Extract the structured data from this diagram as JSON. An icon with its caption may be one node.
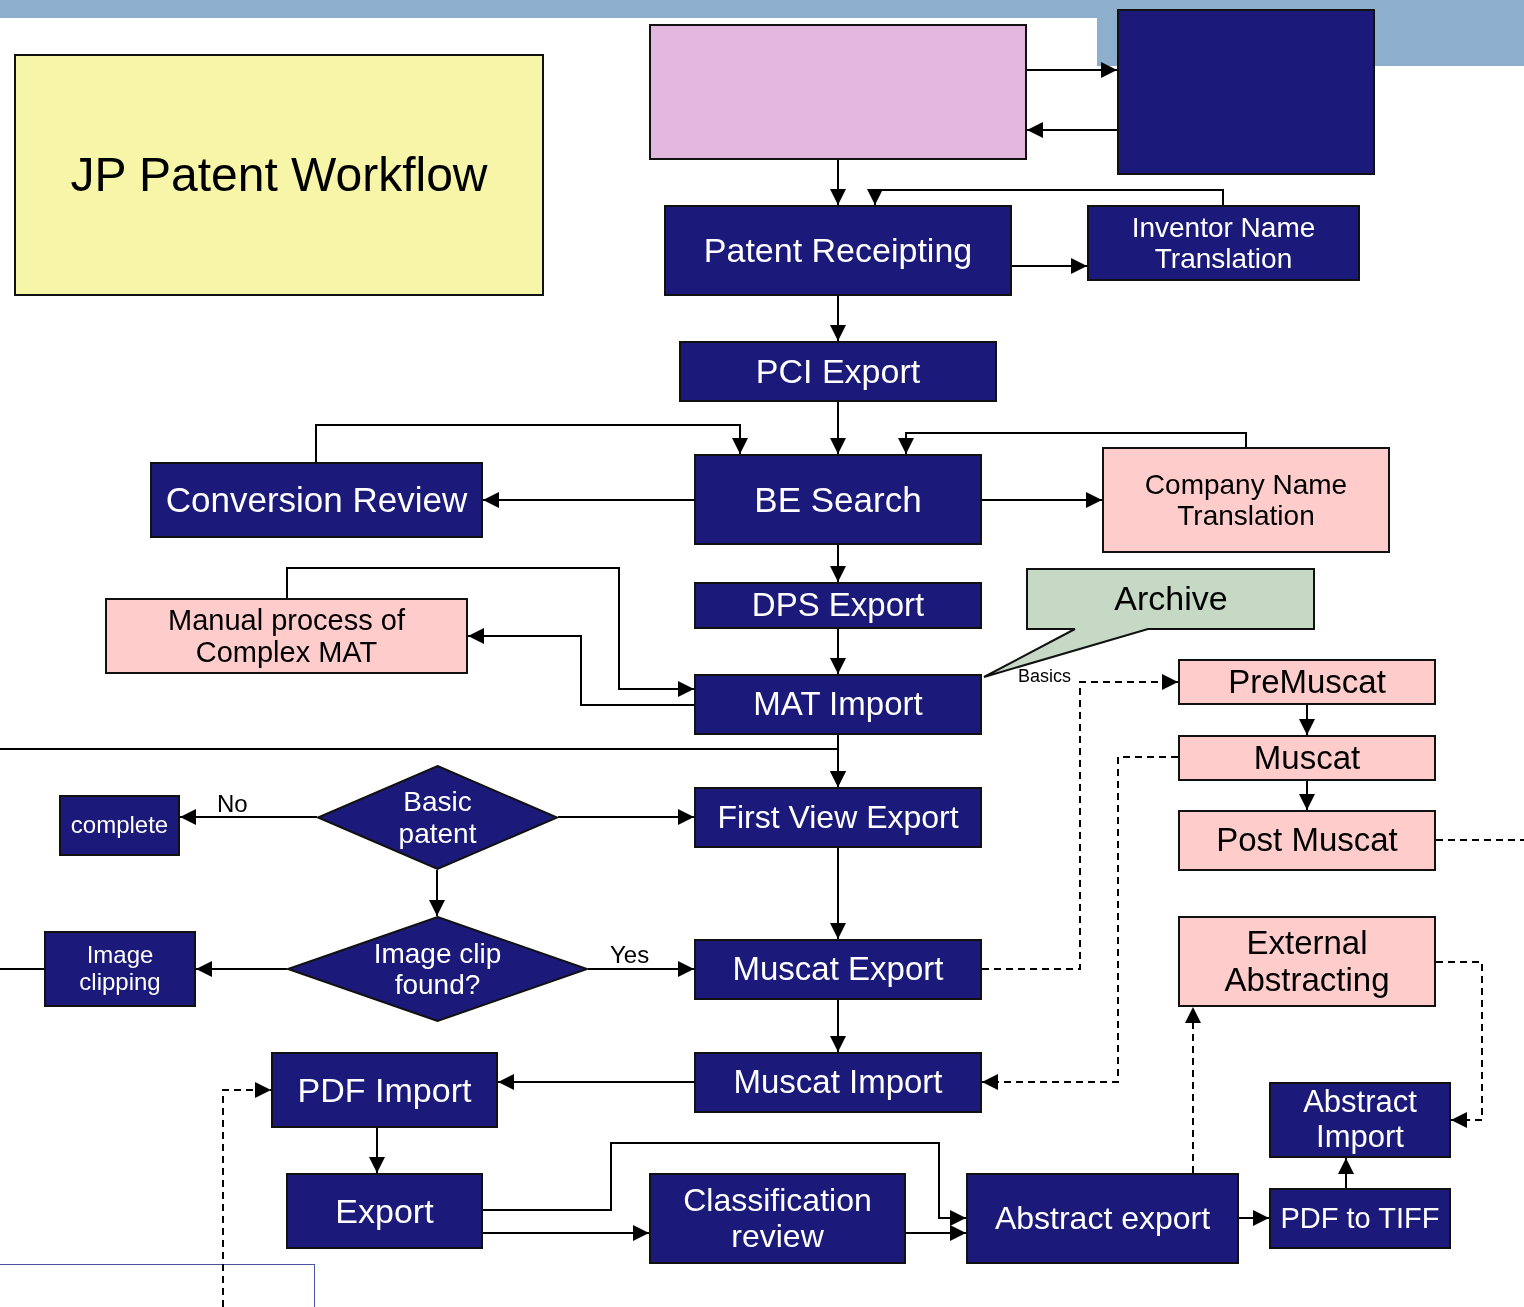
{
  "diagram": {
    "nodes": [
      {
        "text": [
          "JP Patent Workflow"
        ]
      },
      {
        "text": [],
        "shape": "box"
      },
      {
        "text": [],
        "shape": "box"
      },
      {
        "text": [
          "Patent Receipting"
        ]
      },
      {
        "text": [
          "Inventor Name Translation"
        ]
      },
      {
        "text": [
          "PCI Export"
        ]
      },
      {
        "text": [
          "Conversion Review"
        ]
      },
      {
        "text": [
          "BE Search"
        ]
      },
      {
        "text": [
          "Company Name Translation"
        ]
      },
      {
        "text": [
          "DPS Export"
        ]
      },
      {
        "text": [
          "Archive"
        ]
      },
      {
        "text": [
          "Manual process of Complex MAT"
        ]
      },
      {
        "text": [
          "MAT Import"
        ]
      },
      {
        "text": [
          "PreMuscat"
        ]
      },
      {
        "text": [
          "Muscat"
        ]
      },
      {
        "text": [
          "Post Muscat"
        ]
      },
      {
        "text": [
          "complete"
        ]
      },
      {
        "text": [
          "Basic patent"
        ]
      },
      {
        "text": [
          "First View Export"
        ]
      },
      {
        "text": [
          "Image clipping"
        ]
      },
      {
        "text": [
          "Image clip found?"
        ]
      },
      {
        "text": [
          "Muscat Export"
        ]
      },
      {
        "text": [
          "External Abstracting"
        ]
      },
      {
        "text": [
          "PDF Import"
        ]
      },
      {
        "text": [
          "Muscat Import"
        ]
      },
      {
        "text": [
          "Abstract Import"
        ]
      },
      {
        "text": [
          "Export"
        ]
      },
      {
        "text": [
          "Classification review"
        ]
      },
      {
        "text": [
          "Abstract export"
        ]
      },
      {
        "text": [
          "PDF to TIFF"
        ]
      }
    ],
    "edges": [
      {
        "from": 1,
        "to": 2,
        "arrow": "to"
      },
      {
        "from": 2,
        "to": 1,
        "arrow": "to"
      },
      {
        "from": 1,
        "to": 3,
        "arrow": "to"
      },
      {
        "from": 4,
        "to": 3,
        "arrow": "to"
      },
      {
        "from": 3,
        "to": 4,
        "arrow": "to"
      },
      {
        "from": 3,
        "to": 5,
        "arrow": "to"
      },
      {
        "from": 5,
        "to": 7,
        "arrow": "to"
      },
      {
        "from": 7,
        "to": 6,
        "arrow": "to"
      },
      {
        "from": 6,
        "to": 7,
        "arrow": "to"
      },
      {
        "from": 7,
        "to": 8,
        "arrow": "to"
      },
      {
        "from": 8,
        "to": 7,
        "arrow": "to"
      },
      {
        "from": 7,
        "to": 9,
        "arrow": "to"
      },
      {
        "from": 9,
        "to": 12,
        "arrow": "to"
      },
      {
        "from": 12,
        "to": 11,
        "arrow": "to"
      },
      {
        "from": 11,
        "to": 12,
        "arrow": "to"
      },
      {
        "from": 12,
        "to": 18,
        "arrow": "to"
      },
      {
        "from": null,
        "to": 18,
        "arrow": "to"
      },
      {
        "from": 17,
        "to": 16,
        "arrow": "to",
        "label": "No"
      },
      {
        "from": 17,
        "to": 18,
        "arrow": "to"
      },
      {
        "from": 17,
        "to": 20,
        "arrow": "to"
      },
      {
        "from": 20,
        "to": 19,
        "arrow": "to"
      },
      {
        "from": 20,
        "to": 21,
        "arrow": "to",
        "label": "Yes"
      },
      {
        "from": 19,
        "to": null,
        "arrow": "none"
      },
      {
        "from": 18,
        "to": 21,
        "arrow": "to"
      },
      {
        "from": 21,
        "to": 13,
        "arrow": "to",
        "style": "dashed"
      },
      {
        "from": 13,
        "to": 14,
        "arrow": "to"
      },
      {
        "from": 14,
        "to": 15,
        "arrow": "to"
      },
      {
        "from": 14,
        "to": 24,
        "arrow": "to",
        "style": "dashed"
      },
      {
        "from": 15,
        "to": null,
        "arrow": "none",
        "style": "dashed"
      },
      {
        "from": 21,
        "to": 24,
        "arrow": "to"
      },
      {
        "from": 24,
        "to": 23,
        "arrow": "to"
      },
      {
        "from": null,
        "to": 23,
        "arrow": "to",
        "style": "dashed"
      },
      {
        "from": 23,
        "to": 26,
        "arrow": "to"
      },
      {
        "from": 26,
        "to": 27,
        "arrow": "to"
      },
      {
        "from": 26,
        "to": 28,
        "arrow": "to"
      },
      {
        "from": 27,
        "to": 28,
        "arrow": "to"
      },
      {
        "from": 28,
        "to": 22,
        "arrow": "to",
        "style": "dashed"
      },
      {
        "from": 22,
        "to": 25,
        "arrow": "to",
        "style": "dashed"
      },
      {
        "from": 28,
        "to": 29,
        "arrow": "to"
      },
      {
        "from": 29,
        "to": 25,
        "arrow": "to"
      }
    ],
    "labels": [
      "Basics"
    ]
  }
}
